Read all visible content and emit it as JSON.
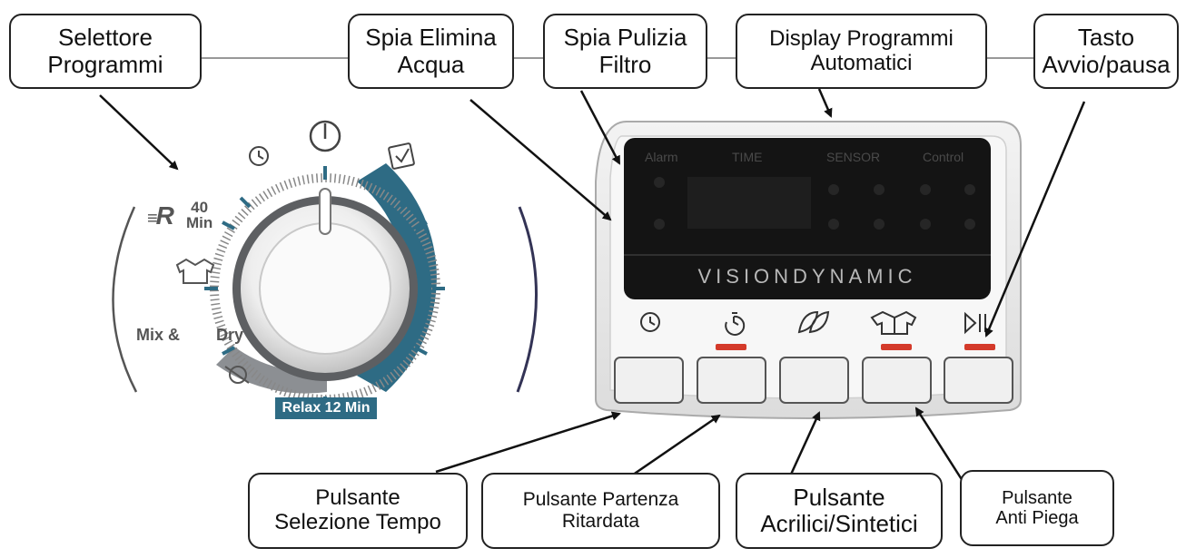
{
  "callouts": {
    "selettore": [
      "Selettore",
      "Programmi"
    ],
    "spia_acqua": [
      "Spia Elimina",
      "Acqua"
    ],
    "spia_filtro": [
      "Spia Pulizia",
      "Filtro"
    ],
    "display_auto": [
      "Display Programmi",
      "Automatici"
    ],
    "tasto_avvio": [
      "Tasto",
      "Avvio/pausa"
    ],
    "selezione_tempo": [
      "Pulsante",
      "Selezione Tempo"
    ],
    "partenza": [
      "Pulsante Partenza",
      "Ritardata"
    ],
    "acrilici": [
      "Pulsante",
      "Acrilici/Sintetici"
    ],
    "antipiega": [
      "Pulsante",
      "Anti Piega"
    ]
  },
  "dial": {
    "r_label": "R",
    "min_40_top": "40",
    "min_40_bottom": "Min",
    "mix_dry_a": "Mix &",
    "mix_dry_b": "Dry",
    "relax": "Relax 12 Min"
  },
  "display": {
    "alarm": "Alarm",
    "time": "TIME",
    "sensor": "SENSOR",
    "control": "Control",
    "brand": "VISIONDYNAMIC"
  },
  "colors": {
    "accent_teal": "#2e6b84",
    "indicator_red": "#d43a2a",
    "lcd_black": "#141414"
  },
  "icons": [
    "clock-icon",
    "delay-clock-icon",
    "leaf-icon",
    "shirt-icon",
    "play-pause-icon",
    "power-icon",
    "iron-icon",
    "cupboard-icon"
  ]
}
